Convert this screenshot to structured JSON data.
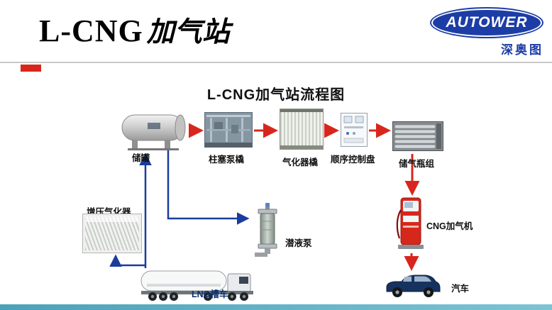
{
  "slide": {
    "header": {
      "title_latin": "L-CNG",
      "title_cn": "加气站",
      "logo_brand": "AUTOWER",
      "logo_name": "深奥图"
    },
    "diagram": {
      "title": "L-CNG加气站流程图",
      "labels": {
        "tank": "储罐",
        "pump_skid": "柱塞泵橇",
        "vaporizer_skid": "气化器橇",
        "control_panel": "顺序控制盘",
        "cylinder_group": "储气瓶组",
        "booster_vaporizer": "增压气化器",
        "submersible_pump": "潜液泵",
        "lng_truck": "LNG槽车",
        "cng_dispenser": "CNG加气机",
        "car": "汽车"
      },
      "colors": {
        "flow_arrow_red": "#d9261c",
        "pipe_blue": "#1a3d9c",
        "brand_blue": "#1d3da6",
        "footer_teal": "#55aec2"
      }
    }
  }
}
